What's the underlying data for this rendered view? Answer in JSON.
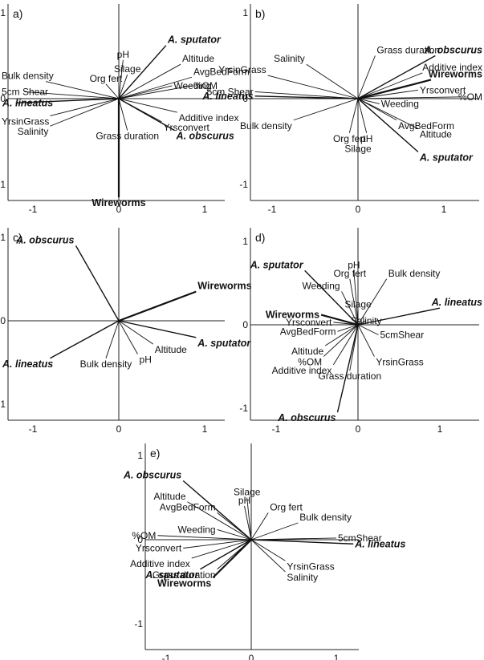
{
  "figure": {
    "axis_ticks": [
      "-1",
      "0",
      "1"
    ],
    "vector_defaults": {
      "color": "#111111"
    }
  },
  "chart_data": [
    {
      "panel": "a)",
      "type": "scatter",
      "xlim": [
        -1.2,
        1.2
      ],
      "ylim": [
        -1.2,
        1.2
      ],
      "vectors": [
        {
          "label": "A. sputator",
          "x": 0.55,
          "y": 0.62,
          "style": "species"
        },
        {
          "label": "pH",
          "x": 0.05,
          "y": 0.45,
          "style": "normal"
        },
        {
          "label": "Altitude",
          "x": 0.72,
          "y": 0.4,
          "style": "normal"
        },
        {
          "label": "Silage",
          "x": 0.1,
          "y": 0.28,
          "style": "normal"
        },
        {
          "label": "AvgBedForm",
          "x": 0.85,
          "y": 0.25,
          "style": "normal"
        },
        {
          "label": "Bulk density",
          "x": -0.85,
          "y": 0.2,
          "style": "normal"
        },
        {
          "label": "Org fert",
          "x": -0.15,
          "y": 0.17,
          "style": "normal"
        },
        {
          "label": "Weeding",
          "x": 0.62,
          "y": 0.15,
          "style": "normal"
        },
        {
          "label": "%OM",
          "x": 0.85,
          "y": 0.15,
          "style": "normal"
        },
        {
          "label": "5cm Shear",
          "x": -1.1,
          "y": 0.08,
          "style": "normal"
        },
        {
          "label": "A. lineatus",
          "x": -1.2,
          "y": -0.05,
          "style": "species"
        },
        {
          "label": "Additive index",
          "x": 0.68,
          "y": -0.16,
          "style": "normal"
        },
        {
          "label": "YrsinGrass",
          "x": -0.8,
          "y": -0.2,
          "style": "normal"
        },
        {
          "label": "Yrsconvert",
          "x": 0.5,
          "y": -0.27,
          "style": "normal"
        },
        {
          "label": "Salinity",
          "x": -0.8,
          "y": -0.32,
          "style": "normal"
        },
        {
          "label": "Grass duration",
          "x": 0.1,
          "y": -0.37,
          "style": "normal"
        },
        {
          "label": "A. obscurus",
          "x": 0.65,
          "y": -0.37,
          "style": "species"
        },
        {
          "label": "Wireworms",
          "x": 0.0,
          "y": -1.15,
          "style": "wireworms"
        }
      ]
    },
    {
      "panel": "b)",
      "type": "scatter",
      "xlim": [
        -1.2,
        1.2
      ],
      "ylim": [
        -1.2,
        1.2
      ],
      "vectors": [
        {
          "label": "Grass duration",
          "x": 0.2,
          "y": 0.5,
          "style": "normal"
        },
        {
          "label": "A. obscurus",
          "x": 0.9,
          "y": 0.5,
          "style": "species"
        },
        {
          "label": "Salinity",
          "x": -0.6,
          "y": 0.4,
          "style": "normal"
        },
        {
          "label": "Additive index",
          "x": 0.75,
          "y": 0.3,
          "style": "normal"
        },
        {
          "label": "YrsinGrass",
          "x": -1.05,
          "y": 0.27,
          "style": "normal"
        },
        {
          "label": "Wireworms",
          "x": 0.85,
          "y": 0.22,
          "style": "wireworms"
        },
        {
          "label": "Yrsconvert",
          "x": 0.7,
          "y": 0.1,
          "style": "normal"
        },
        {
          "label": "5cm Shear",
          "x": -1.2,
          "y": 0.08,
          "style": "normal"
        },
        {
          "label": "%OM",
          "x": 1.2,
          "y": 0.02,
          "style": "normal"
        },
        {
          "label": "A. lineatus",
          "x": -1.2,
          "y": 0.03,
          "style": "species"
        },
        {
          "label": "Weeding",
          "x": 0.25,
          "y": -0.06,
          "style": "normal"
        },
        {
          "label": "AvgBedForm",
          "x": 0.45,
          "y": -0.25,
          "style": "normal"
        },
        {
          "label": "Bulk density",
          "x": -0.75,
          "y": -0.25,
          "style": "normal"
        },
        {
          "label": "Altitude",
          "x": 0.7,
          "y": -0.35,
          "style": "normal"
        },
        {
          "label": "Org fert",
          "x": -0.1,
          "y": -0.4,
          "style": "normal"
        },
        {
          "label": "pH",
          "x": 0.1,
          "y": -0.4,
          "style": "normal"
        },
        {
          "label": "Silage",
          "x": 0.0,
          "y": -0.52,
          "style": "normal"
        },
        {
          "label": "A. sputator",
          "x": 0.7,
          "y": -0.62,
          "style": "species"
        }
      ]
    },
    {
      "panel": "c)",
      "type": "scatter",
      "xlim": [
        -1.2,
        1.2
      ],
      "ylim": [
        -1.2,
        1.2
      ],
      "vectors": [
        {
          "label": "A. obscurus",
          "x": -0.5,
          "y": 0.9,
          "style": "species"
        },
        {
          "label": "Wireworms",
          "x": 0.9,
          "y": 0.35,
          "style": "wireworms"
        },
        {
          "label": "A. sputator",
          "x": 0.9,
          "y": -0.2,
          "style": "species"
        },
        {
          "label": "Altitude",
          "x": 0.4,
          "y": -0.28,
          "style": "normal"
        },
        {
          "label": "A. lineatus",
          "x": -0.8,
          "y": -0.45,
          "style": "species"
        },
        {
          "label": "Bulk density",
          "x": -0.15,
          "y": -0.45,
          "style": "normal"
        },
        {
          "label": "pH",
          "x": 0.22,
          "y": -0.4,
          "style": "normal"
        }
      ]
    },
    {
      "panel": "d)",
      "type": "scatter",
      "xlim": [
        -1.2,
        1.2
      ],
      "ylim": [
        -1.2,
        1.2
      ],
      "vectors": [
        {
          "label": "A. sputator",
          "x": -0.65,
          "y": 0.65,
          "style": "species"
        },
        {
          "label": "pH",
          "x": -0.05,
          "y": 0.65,
          "style": "normal"
        },
        {
          "label": "Org fert",
          "x": -0.1,
          "y": 0.55,
          "style": "normal"
        },
        {
          "label": "Bulk density",
          "x": 0.35,
          "y": 0.55,
          "style": "normal"
        },
        {
          "label": "Weeding",
          "x": -0.2,
          "y": 0.4,
          "style": "normal"
        },
        {
          "label": "A. lineatus",
          "x": 1.0,
          "y": 0.2,
          "style": "species"
        },
        {
          "label": "Silage",
          "x": 0.0,
          "y": 0.18,
          "style": "normal"
        },
        {
          "label": "Wireworms",
          "x": -0.45,
          "y": 0.12,
          "style": "wireworms"
        },
        {
          "label": "Salinity",
          "x": 0.1,
          "y": 0.05,
          "style": "normal"
        },
        {
          "label": "Yrsconvert",
          "x": -0.3,
          "y": 0.03,
          "style": "normal"
        },
        {
          "label": "AvgBedForm",
          "x": -0.25,
          "y": -0.08,
          "style": "normal"
        },
        {
          "label": "5cmShear",
          "x": 0.25,
          "y": -0.12,
          "style": "normal"
        },
        {
          "label": "Altitude",
          "x": -0.4,
          "y": -0.25,
          "style": "normal"
        },
        {
          "label": "%OM",
          "x": -0.42,
          "y": -0.38,
          "style": "normal"
        },
        {
          "label": "YrsinGrass",
          "x": 0.2,
          "y": -0.38,
          "style": "normal"
        },
        {
          "label": "Additive index",
          "x": -0.3,
          "y": -0.48,
          "style": "normal"
        },
        {
          "label": "Grass duration",
          "x": -0.1,
          "y": -0.55,
          "style": "normal"
        },
        {
          "label": "A. obscurus",
          "x": -0.25,
          "y": -1.05,
          "style": "species"
        }
      ]
    },
    {
      "panel": "e)",
      "type": "scatter",
      "xlim": [
        -1.2,
        1.2
      ],
      "ylim": [
        -1.2,
        1.2
      ],
      "vectors": [
        {
          "label": "A. obscurus",
          "x": -0.8,
          "y": 0.7,
          "style": "species"
        },
        {
          "label": "Silage",
          "x": -0.05,
          "y": 0.5,
          "style": "normal"
        },
        {
          "label": "pH",
          "x": -0.08,
          "y": 0.4,
          "style": "normal"
        },
        {
          "label": "Altitude",
          "x": -0.75,
          "y": 0.45,
          "style": "normal"
        },
        {
          "label": "AvgBedForm",
          "x": -0.4,
          "y": 0.32,
          "style": "normal"
        },
        {
          "label": "Org fert",
          "x": 0.2,
          "y": 0.32,
          "style": "normal"
        },
        {
          "label": "Bulk density",
          "x": 0.55,
          "y": 0.2,
          "style": "normal"
        },
        {
          "label": "Weeding",
          "x": -0.4,
          "y": 0.12,
          "style": "normal"
        },
        {
          "label": "%OM",
          "x": -1.1,
          "y": 0.05,
          "style": "normal"
        },
        {
          "label": "5cmShear",
          "x": 1.0,
          "y": 0.02,
          "style": "normal"
        },
        {
          "label": "A. lineatus",
          "x": 1.2,
          "y": -0.05,
          "style": "species"
        },
        {
          "label": "Yrsconvert",
          "x": -0.8,
          "y": -0.1,
          "style": "normal"
        },
        {
          "label": "Additive index",
          "x": -0.7,
          "y": -0.22,
          "style": "normal"
        },
        {
          "label": "YrsinGrass",
          "x": 0.4,
          "y": -0.25,
          "style": "normal"
        },
        {
          "label": "A. sputator",
          "x": -0.6,
          "y": -0.35,
          "style": "species"
        },
        {
          "label": "Grass duration",
          "x": -0.4,
          "y": -0.35,
          "style": "normal"
        },
        {
          "label": "Salinity",
          "x": 0.4,
          "y": -0.38,
          "style": "normal"
        },
        {
          "label": "Wireworms",
          "x": -0.45,
          "y": -0.45,
          "style": "wireworms"
        }
      ]
    }
  ]
}
